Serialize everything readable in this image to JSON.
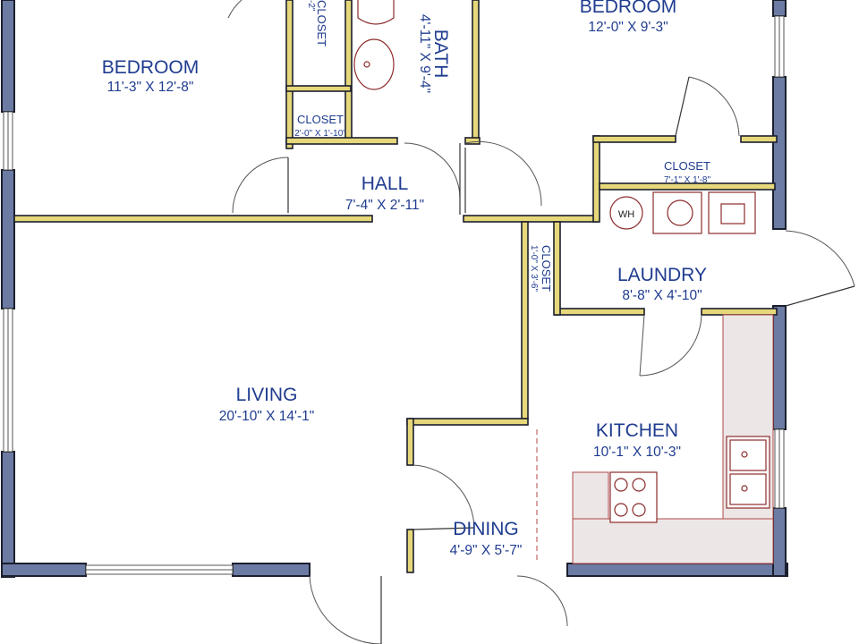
{
  "rooms": {
    "bedroom_left": {
      "name": "BEDROOM",
      "dims": "11'-3\" X 12'-8\""
    },
    "bedroom_right": {
      "name": "BEDROOM",
      "dims": "12'-0\" X 9'-3\""
    },
    "bath": {
      "name": "BATH",
      "dims": "4'-11\" X 9'-4\""
    },
    "closet_top": {
      "name": "CLOSET",
      "dims": "-2\""
    },
    "closet_small": {
      "name": "CLOSET",
      "dims": "2'-0\" X 1'-10\""
    },
    "hall": {
      "name": "HALL",
      "dims": "7'-4\" X 2'-11\""
    },
    "closet_right": {
      "name": "CLOSET",
      "dims": "7'-1\" X 1'-8\""
    },
    "closet_vert": {
      "name": "CLOSET",
      "dims": "1'-0\" X 3'-6\""
    },
    "laundry": {
      "name": "LAUNDRY",
      "dims": "8'-8\" X 4'-10\""
    },
    "living": {
      "name": "LIVING",
      "dims": "20'-10\" X 14'-1\""
    },
    "kitchen": {
      "name": "KITCHEN",
      "dims": "10'-1\" X 10'-3\""
    },
    "dining": {
      "name": "DINING",
      "dims": "4'-9\" X 5'-7\""
    }
  },
  "fixtures": {
    "water_heater": "WH"
  },
  "colors": {
    "label": "#1f3c8f",
    "exterior_wall": "#6b7ba3",
    "interior_wall": "#e6d87a",
    "counter": "#ece6e6",
    "fixture_outline": "#8b2c2c"
  }
}
